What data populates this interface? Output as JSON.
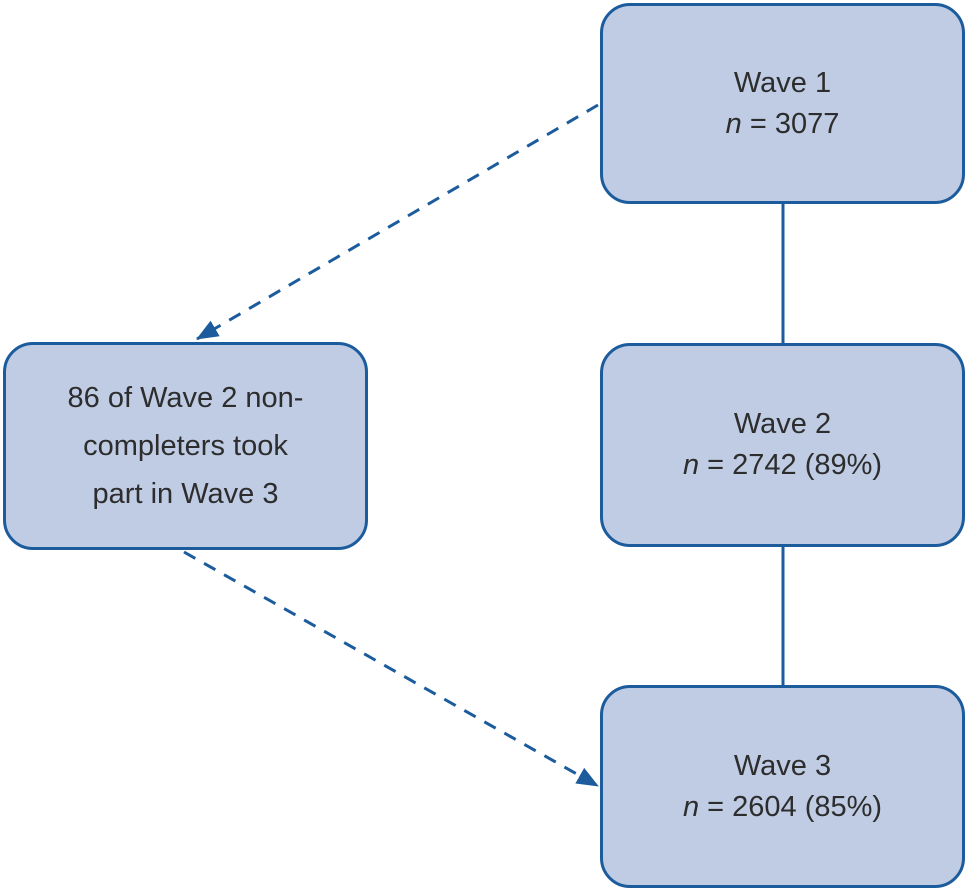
{
  "diagram": {
    "type": "study-flow",
    "boxes": {
      "wave1": {
        "title": "Wave 1",
        "n_italic": "n",
        "n_rest": " = 3077"
      },
      "wave2": {
        "title": "Wave 2",
        "n_italic": "n",
        "n_rest": " = 2742 (89%)"
      },
      "wave3": {
        "title": "Wave 3",
        "n_italic": "n",
        "n_rest": " = 2604 (85%)"
      },
      "note": {
        "lines": [
          "86 of Wave 2 non-",
          "completers took",
          "part in Wave 3"
        ]
      }
    },
    "connections": [
      {
        "from": "wave1",
        "to": "wave2",
        "style": "solid"
      },
      {
        "from": "wave2",
        "to": "wave3",
        "style": "solid"
      },
      {
        "from": "wave1",
        "to": "note",
        "style": "dashed-arrow"
      },
      {
        "from": "note",
        "to": "wave3",
        "style": "dashed-arrow"
      }
    ],
    "colors": {
      "box_fill": "#bfcce4",
      "box_border": "#1c5c9d",
      "line": "#1c5c9d",
      "text": "#2d2d2d",
      "background": "#ffffff"
    }
  }
}
